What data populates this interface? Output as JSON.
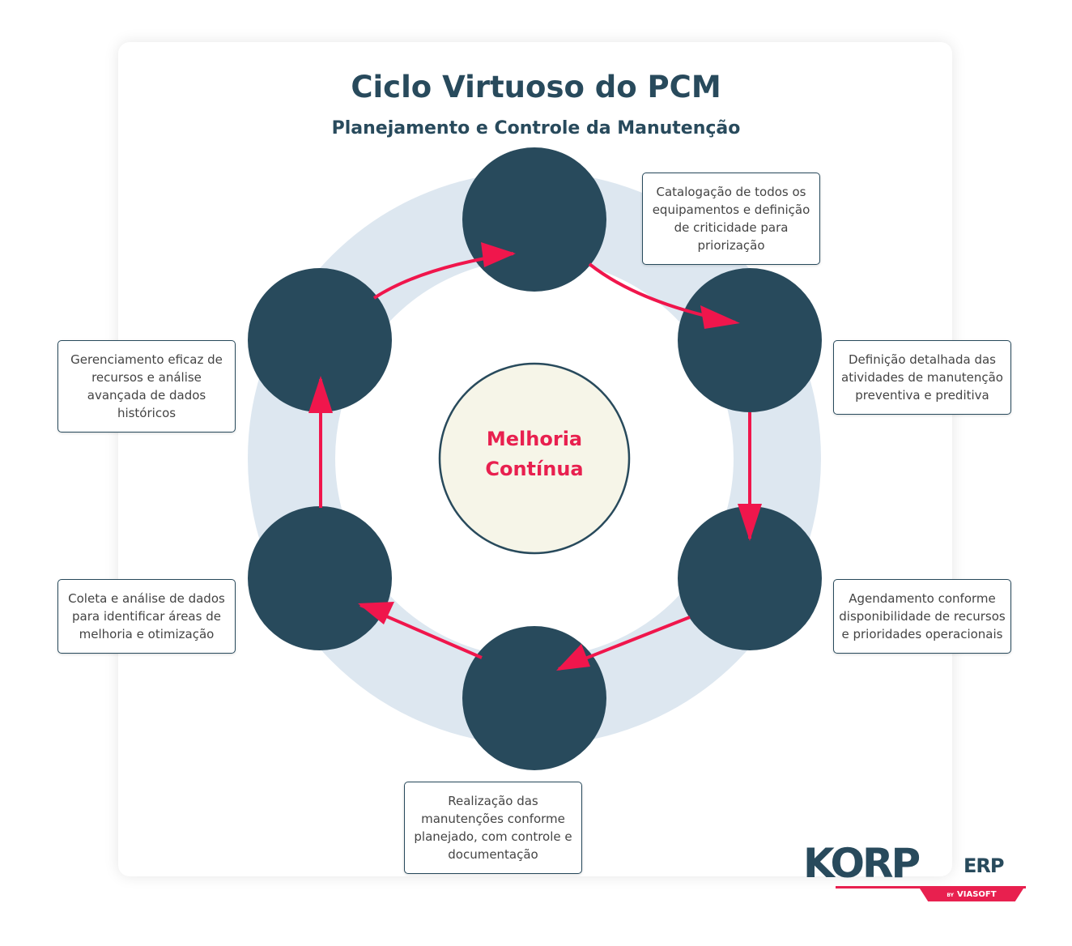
{
  "header": {
    "title": "Ciclo Virtuoso do PCM",
    "subtitle": "Planejamento e Controle da Manutenção"
  },
  "center": {
    "line1": "Melhoria",
    "line2": "Contínua"
  },
  "steps": [
    {
      "id": "inventario",
      "description": "Catalogação de todos os equipamentos e definição de criticidade para priorização"
    },
    {
      "id": "planejamento",
      "description": "Definição detalhada das atividades de manutenção preventiva e preditiva"
    },
    {
      "id": "programacao",
      "description": "Agendamento conforme disponibilidade de recursos e prioridades operacionais"
    },
    {
      "id": "execucao",
      "description": "Realização das manutenções conforme planejado, com controle e documentação"
    },
    {
      "id": "analise",
      "description": "Coleta e análise de dados para identificar áreas de melhoria e otimização"
    },
    {
      "id": "gestao",
      "description": "Gerenciamento eficaz de recursos e análise avançada de dados históricos"
    }
  ],
  "logo": {
    "brand": "KORP",
    "suffix": "ERP",
    "by": "BY",
    "company": "VIASOFT"
  },
  "colors": {
    "node": "#284a5c",
    "ring": "#dde7f0",
    "arrow": "#f0164c",
    "center_fill": "#f6f5e8",
    "accent_text": "#e8204f"
  }
}
